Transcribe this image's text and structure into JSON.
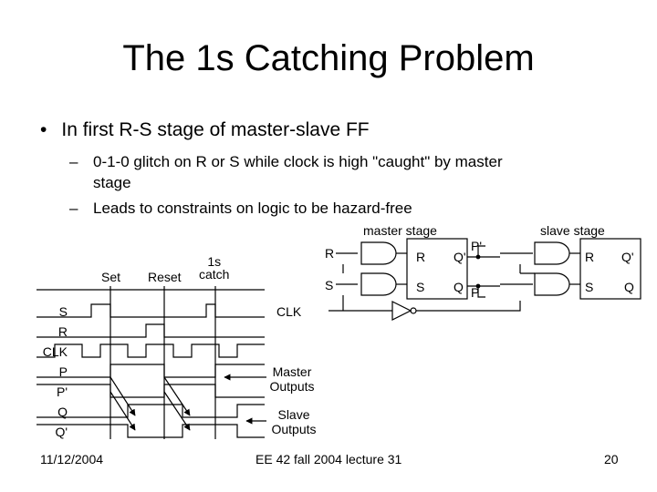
{
  "title": "The 1s Catching Problem",
  "bullet": "In first R-S stage of master-slave FF",
  "subbullets": [
    {
      "line1": "0-1-0 glitch on R or S while clock is high \"caught\" by master",
      "line2": "stage"
    },
    {
      "line1": "Leads to constraints on logic to be hazard-free"
    }
  ],
  "diagram": {
    "master_stage_label": "master stage",
    "slave_stage_label": "slave stage",
    "master_ports": {
      "in_r": "R",
      "in_s": "S",
      "out_r": "R",
      "out_s": "S",
      "q_prime": "Q'",
      "q": "Q"
    },
    "mid_labels": {
      "p_prime": "P'",
      "p": "P"
    },
    "slave_ports": {
      "r": "R",
      "s": "S",
      "q_prime": "Q'",
      "q": "Q"
    },
    "clk_label": "CLK"
  },
  "waveform": {
    "column_labels": {
      "set": "Set",
      "reset": "Reset",
      "catch": "1s\ncatch"
    },
    "signal_labels": [
      "S",
      "R",
      "CLK",
      "P",
      "P'",
      "Q",
      "Q'"
    ],
    "master_outputs_label": "Master\nOutputs",
    "slave_outputs_label": "Slave\nOutputs"
  },
  "footer": {
    "date": "11/12/2004",
    "course": "EE 42 fall 2004 lecture 31",
    "page": "20"
  }
}
